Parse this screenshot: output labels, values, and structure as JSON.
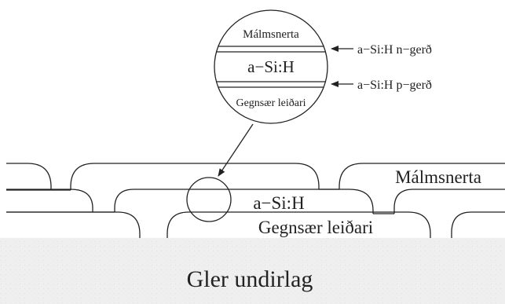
{
  "detail": {
    "top_layer": "Málmsnerta",
    "middle_layer": "a−Si:H",
    "bottom_layer": "Gegnsær leiðari",
    "annotations": {
      "n_type": "a−Si:H n−gerð",
      "p_type": "a−Si:H p−gerð"
    }
  },
  "layers": {
    "metal_contact": "Málmsnerta",
    "silicon": "a−Si:H",
    "transparent_conductor": "Gegnsær leiðari",
    "substrate": "Gler undirlag"
  },
  "colors": {
    "line": "#222222",
    "substrate": "#efefef"
  }
}
